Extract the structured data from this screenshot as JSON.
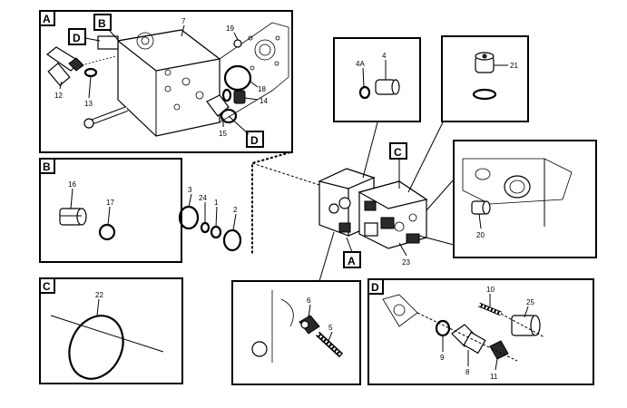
{
  "panels": {
    "A": {
      "tag": "A"
    },
    "B": {
      "tag": "B"
    },
    "C": {
      "tag": "C"
    },
    "D": {
      "tag": "D"
    }
  },
  "callout_tags": {
    "B_in_A": "B",
    "D_top_in_A": "D",
    "D_bottom_in_A": "D",
    "C_main": "C",
    "A_main": "A"
  },
  "part_numbers": {
    "p7": "7",
    "p19": "19",
    "p18": "18",
    "p14": "14",
    "p15": "15",
    "p12": "12",
    "p13": "13",
    "p4A": "4A",
    "p4": "4",
    "p21": "21",
    "p16": "16",
    "p17": "17",
    "p3": "3",
    "p24": "24",
    "p1": "1",
    "p2": "2",
    "p20": "20",
    "p23": "23",
    "p22": "22",
    "p6": "6",
    "p5": "5",
    "p10": "10",
    "p25": "25",
    "p9": "9",
    "p8": "8",
    "p11": "11"
  }
}
